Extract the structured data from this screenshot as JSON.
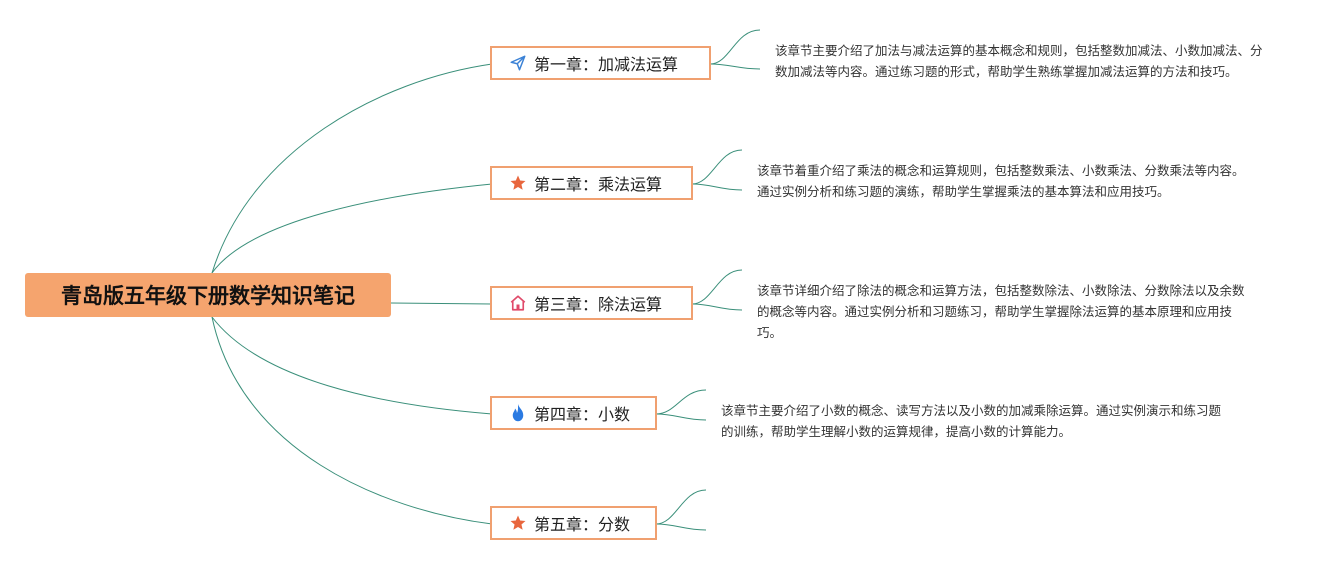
{
  "title": "青岛版五年级下册数学知识笔记",
  "colors": {
    "root_bg": "#f5a46e",
    "node_border": "#f0a070",
    "connector": "#3a8f7a",
    "star": "#e8663d",
    "plane": "#3b82d6",
    "house": "#e04a6a",
    "flame": "#2a7ae2"
  },
  "chapters": [
    {
      "label": "第一章：加减法运算",
      "icon": "paper-plane-icon",
      "description": "该章节主要介绍了加法与减法运算的基本概念和规则，包括整数加减法、小数加减法、分数加减法等内容。通过练习题的形式，帮助学生熟练掌握加减法运算的方法和技巧。"
    },
    {
      "label": "第二章：乘法运算",
      "icon": "star-icon",
      "description": "该章节着重介绍了乘法的概念和运算规则，包括整数乘法、小数乘法、分数乘法等内容。通过实例分析和练习题的演练，帮助学生掌握乘法的基本算法和应用技巧。"
    },
    {
      "label": "第三章：除法运算",
      "icon": "house-icon",
      "description": "该章节详细介绍了除法的概念和运算方法，包括整数除法、小数除法、分数除法以及余数的概念等内容。通过实例分析和习题练习，帮助学生掌握除法运算的基本原理和应用技巧。"
    },
    {
      "label": "第四章：小数",
      "icon": "flame-icon",
      "description": "该章节主要介绍了小数的概念、读写方法以及小数的加减乘除运算。通过实例演示和练习题的训练，帮助学生理解小数的运算规律，提高小数的计算能力。"
    },
    {
      "label": "第五章：分数",
      "icon": "star-icon",
      "description": ""
    }
  ]
}
